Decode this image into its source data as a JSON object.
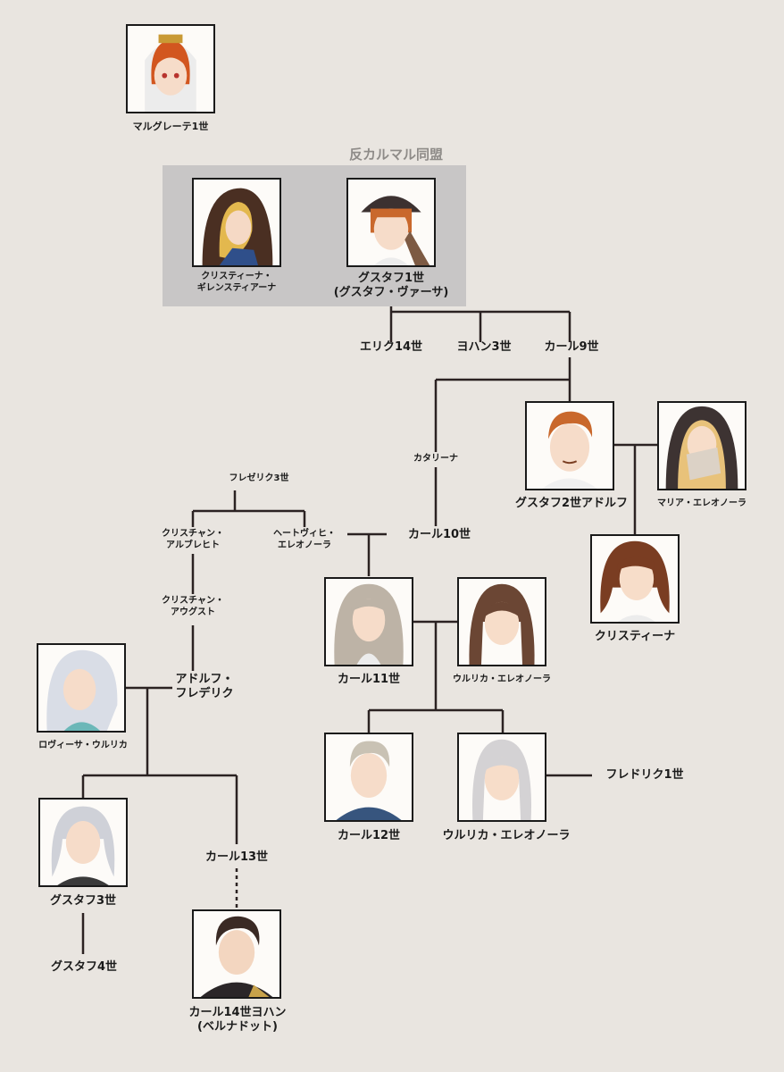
{
  "group": {
    "title": "反カルマル同盟"
  },
  "people": {
    "margrete": {
      "name": "マルグレーテ1世"
    },
    "kristina_g": {
      "line1": "クリスティーナ・",
      "line2": "ギレンスティアーナ"
    },
    "gustav1": {
      "line1": "グスタフ1世",
      "line2": "(グスタフ・ヴァーサ)"
    },
    "erik14": {
      "name": "エリク14世"
    },
    "johan3": {
      "name": "ヨハン3世"
    },
    "karl9": {
      "name": "カール9世"
    },
    "gustav2": {
      "name": "グスタフ2世アドルフ"
    },
    "maria_e": {
      "name": "マリア・エレオノーラ"
    },
    "kristina": {
      "name": "クリスティーナ"
    },
    "katarina": {
      "name": "カタリーナ"
    },
    "karl10": {
      "name": "カール10世"
    },
    "fredrik3": {
      "name": "フレゼリク3世"
    },
    "christian_a": {
      "line1": "クリスチャン・",
      "line2": "アルブレヒト"
    },
    "hedvig": {
      "line1": "ヘートヴィヒ・",
      "line2": "エレオノーラ"
    },
    "christian_aug": {
      "line1": "クリスチャン・",
      "line2": "アウグスト"
    },
    "karl11": {
      "name": "カール11世"
    },
    "ulrika1": {
      "name": "ウルリカ・エレオノーラ"
    },
    "adolf_f": {
      "line1": "アドルフ・",
      "line2": "フレデリク"
    },
    "lovisa": {
      "name": "ロヴィーサ・ウルリカ"
    },
    "karl12": {
      "name": "カール12世"
    },
    "ulrika2": {
      "name": "ウルリカ・エレオノーラ"
    },
    "fredrik1": {
      "name": "フレドリク1世"
    },
    "gustav3": {
      "name": "グスタフ3世"
    },
    "karl13": {
      "name": "カール13世"
    },
    "gustav4": {
      "name": "グスタフ4世"
    },
    "karl14": {
      "line1": "カール14世ヨハン",
      "line2": "(ベルナドット)"
    }
  },
  "colors": {
    "background": "#e9e5e0",
    "group_box": "#c8c6c6",
    "group_title": "#8e8b88",
    "lines": "#2b2222"
  }
}
